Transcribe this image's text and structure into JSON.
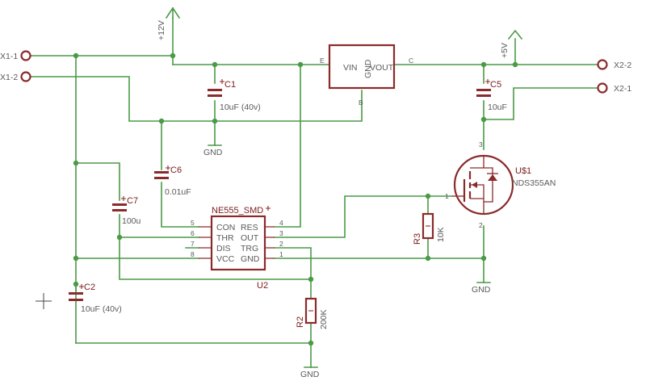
{
  "connectors": {
    "x1_1": "X1-1",
    "x1_2": "X1-2",
    "x2_2": "X2-2",
    "x2_1": "X2-1"
  },
  "supplies": {
    "v12": "+12V",
    "v5": "+5V",
    "gnd": "GND"
  },
  "regulator": {
    "vin": "VIN",
    "vout": "VOUT",
    "gnd": "GND",
    "pin_e": "E",
    "pin_c": "C",
    "pin_b": "B"
  },
  "capacitors": {
    "c1_name": "C1",
    "c1_value": "10uF (40v)",
    "c2_name": "C2",
    "c2_value": "10uF (40v)",
    "c5_name": "C5",
    "c5_value": "10uF",
    "c6_name": "C6",
    "c6_value": "0.01uF",
    "c7_name": "C7",
    "c7_value": "100u"
  },
  "ic": {
    "value": "NE555_SMD",
    "name": "U2",
    "pins_left": [
      "CON",
      "THR",
      "DIS",
      "VCC"
    ],
    "pins_right": [
      "RES",
      "OUT",
      "TRG",
      "GND"
    ],
    "nums_left": [
      "5",
      "6",
      "7",
      "8"
    ],
    "nums_right": [
      "4",
      "3",
      "2",
      "1"
    ]
  },
  "mosfet": {
    "name": "U$1",
    "value": "NDS355AN",
    "pin_gate": "1",
    "pin_source": "2",
    "pin_drain": "3"
  },
  "resistors": {
    "r2_name": "R2",
    "r2_value": "200K",
    "r3_name": "R3",
    "r3_value": "10K"
  }
}
